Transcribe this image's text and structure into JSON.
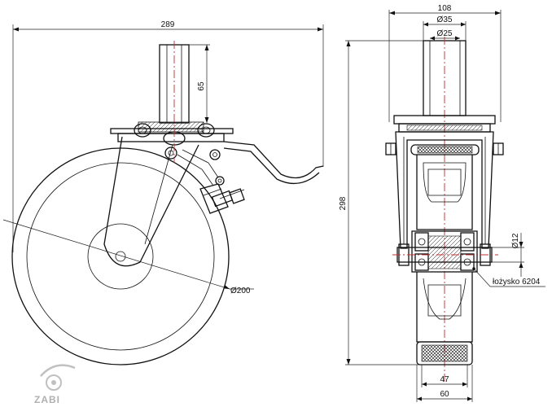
{
  "side_view": {
    "width_label": "289",
    "stem_height_label": "65",
    "wheel_diameter_label": "Ø200"
  },
  "front_view": {
    "top_width_label": "108",
    "stem_outer_label": "Ø35",
    "stem_inner_label": "Ø25",
    "total_height_label": "298",
    "axle_label": "Ø12",
    "bearing_label": "łożysko 6204",
    "tread_width_label": "47",
    "wheel_width_label": "60"
  },
  "logo": {
    "text": "ZABI"
  },
  "colors": {
    "line": "#111111",
    "centerline": "#c03030",
    "logo": "#b0b0b0"
  }
}
